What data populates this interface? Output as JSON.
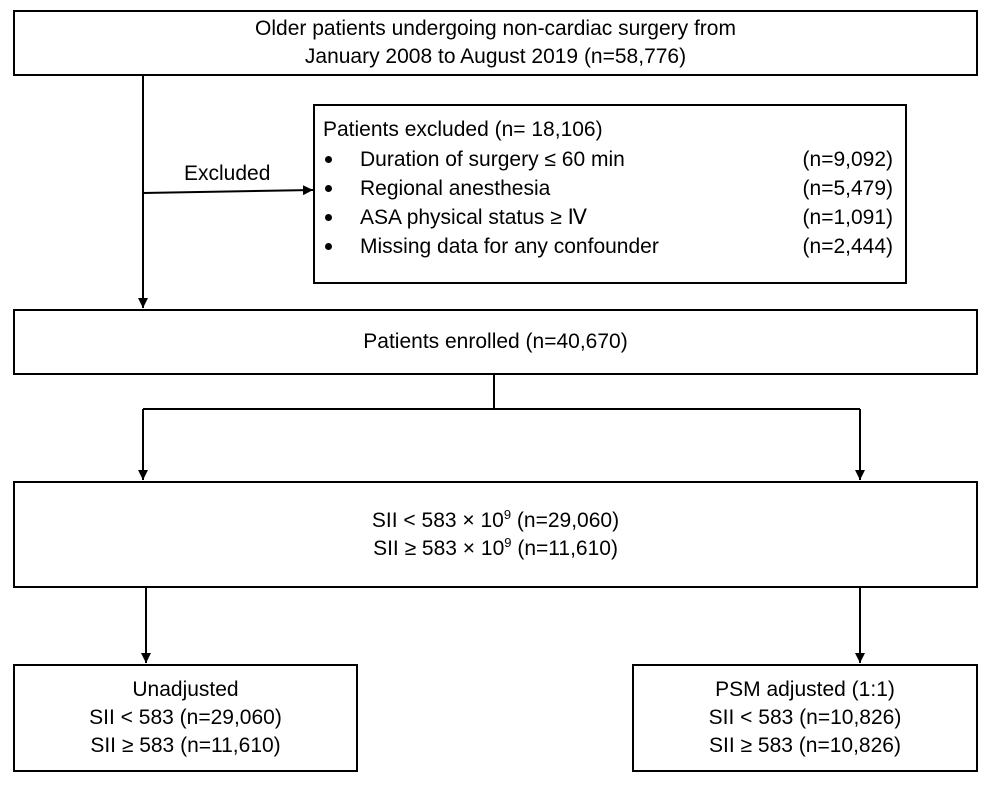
{
  "top_box": {
    "line1": "Older patients undergoing non-cardiac surgery from",
    "line2": "January 2008 to August 2019 (n=58,776)"
  },
  "excluded_label": "Excluded",
  "exclusion_box": {
    "title": "Patients excluded (n= 18,106)",
    "items": [
      {
        "label": "Duration of surgery ≤  60 min",
        "count": "(n=9,092)"
      },
      {
        "label": "Regional anesthesia",
        "count": "(n=5,479)"
      },
      {
        "label": "ASA physical status ≥ Ⅳ",
        "count": "(n=1,091)"
      },
      {
        "label": "Missing data for any confounder",
        "count": "(n=2,444)"
      }
    ]
  },
  "enrolled_box": {
    "text": "Patients enrolled (n=40,670)"
  },
  "sii_box": {
    "row1": {
      "base": "SII < 583 × 10",
      "exp": "9",
      "tail": " (n=29,060)"
    },
    "row2": {
      "base": "SII ≥ 583 × 10",
      "exp": "9",
      "tail": " (n=11,610)"
    }
  },
  "unadjusted_box": {
    "title": "Unadjusted",
    "row1": "SII < 583 (n=29,060)",
    "row2": "SII ≥ 583 (n=11,610)"
  },
  "psm_box": {
    "title": "PSM adjusted (1:1)",
    "row1": "SII < 583 (n=10,826)",
    "row2": "SII ≥ 583 (n=10,826)"
  }
}
